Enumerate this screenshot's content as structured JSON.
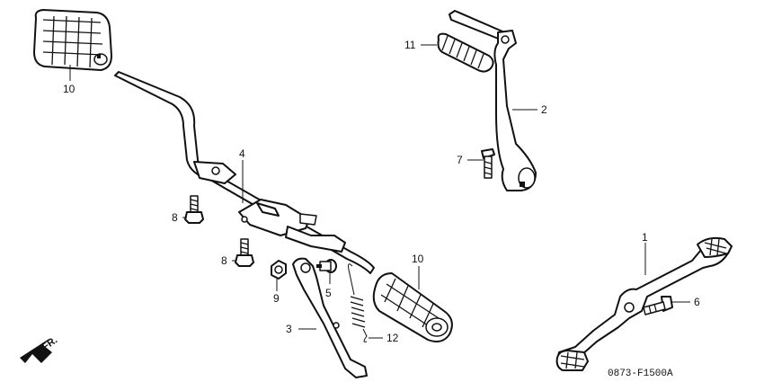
{
  "callouts": {
    "c1": "1",
    "c2": "2",
    "c3": "3",
    "c4": "4",
    "c5": "5",
    "c6": "6",
    "c7": "7",
    "c8a": "8",
    "c8b": "8",
    "c9": "9",
    "c10a": "10",
    "c10b": "10",
    "c11": "11",
    "c12": "12"
  },
  "direction_label": "FR.",
  "figure_code": "0873-F1500A"
}
